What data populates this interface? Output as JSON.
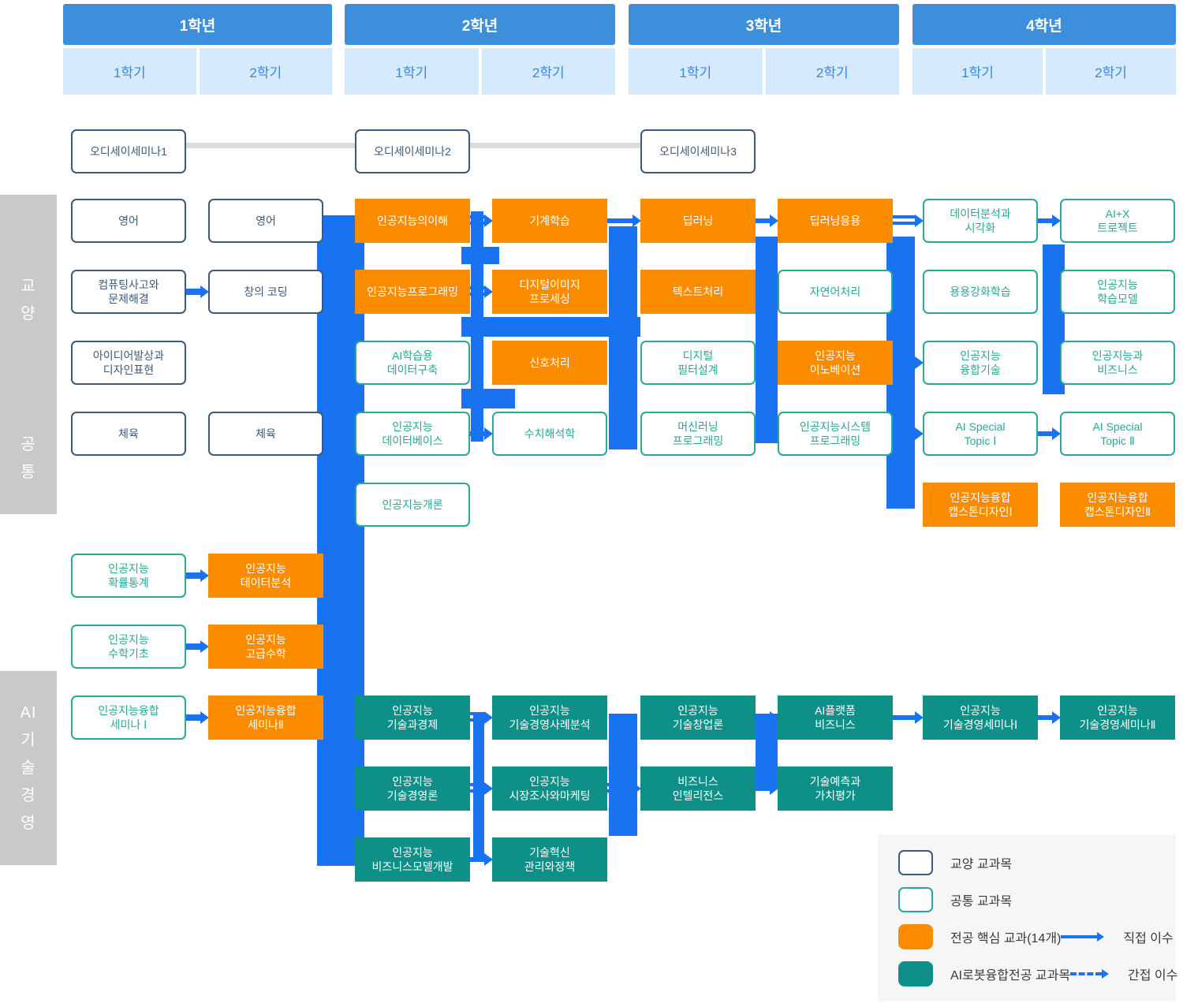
{
  "years": [
    {
      "label": "1학년",
      "semesters": [
        "1학기",
        "2학기"
      ]
    },
    {
      "label": "2학년",
      "semesters": [
        "1학기",
        "2학기"
      ]
    },
    {
      "label": "3학년",
      "semesters": [
        "1학기",
        "2학기"
      ]
    },
    {
      "label": "4학년",
      "semesters": [
        "1학기",
        "2학기"
      ]
    }
  ],
  "side_labels": [
    {
      "id": "liberal-arts",
      "label": "교\n양"
    },
    {
      "id": "common",
      "label": "공\n통"
    },
    {
      "id": "ai-tech-mgmt",
      "label": "AI\n기\n술\n경\n영"
    }
  ],
  "courses": [
    {
      "id": "odyssey-seminar-1",
      "row": 0,
      "col": 1,
      "type": "gyoyang",
      "label": "오디세이세미나1"
    },
    {
      "id": "odyssey-seminar-2",
      "row": 0,
      "col": 3,
      "type": "gyoyang",
      "label": "오디세이세미나2"
    },
    {
      "id": "odyssey-seminar-3",
      "row": 0,
      "col": 5,
      "type": "gyoyang",
      "label": "오디세이세미나3"
    },
    {
      "id": "english-1",
      "row": 1,
      "col": 1,
      "type": "gyoyang",
      "label": "영어"
    },
    {
      "id": "english-2",
      "row": 1,
      "col": 2,
      "type": "gyoyang",
      "label": "영어"
    },
    {
      "id": "ai-understanding",
      "row": 1,
      "col": 3,
      "type": "core",
      "label": "인공지능의이해"
    },
    {
      "id": "machine-learning",
      "row": 1,
      "col": 4,
      "type": "core",
      "label": "기계학습"
    },
    {
      "id": "deep-learning",
      "row": 1,
      "col": 5,
      "type": "core",
      "label": "딥러닝"
    },
    {
      "id": "deep-learning-application",
      "row": 1,
      "col": 6,
      "type": "core",
      "label": "딥러닝응용"
    },
    {
      "id": "data-analysis-visualization",
      "row": 1,
      "col": 7,
      "type": "common",
      "label": "데이터분석과\n시각화"
    },
    {
      "id": "ai-x-project",
      "row": 1,
      "col": 8,
      "type": "common",
      "label": "AI+X\n트로젝트"
    },
    {
      "id": "computing-thinking-problem-solving",
      "row": 2,
      "col": 1,
      "type": "gyoyang",
      "label": "컴퓨팅사고와\n문제해결"
    },
    {
      "id": "creative-coding",
      "row": 2,
      "col": 2,
      "type": "gyoyang",
      "label": "창의 코딩"
    },
    {
      "id": "ai-programming",
      "row": 2,
      "col": 3,
      "type": "core",
      "label": "인공지능프로그래밍"
    },
    {
      "id": "digital-image-processing",
      "row": 2,
      "col": 4,
      "type": "core",
      "label": "디지털이미지\n프로세싱"
    },
    {
      "id": "text-processing",
      "row": 2,
      "col": 5,
      "type": "core",
      "label": "텍스트처리"
    },
    {
      "id": "natural-language-processing",
      "row": 2,
      "col": 6,
      "type": "common",
      "label": "자연어처리"
    },
    {
      "id": "applied-reinforcement-learning",
      "row": 2,
      "col": 7,
      "type": "common",
      "label": "용용강화학습"
    },
    {
      "id": "ai-learning-model",
      "row": 2,
      "col": 8,
      "type": "common",
      "label": "인공지능\n학습모델"
    },
    {
      "id": "idea-design-expression",
      "row": 3,
      "col": 1,
      "type": "gyoyang",
      "label": "아이디어발상과\n디자인표현"
    },
    {
      "id": "ai-training-data-construction",
      "row": 3,
      "col": 3,
      "type": "common",
      "label": "AI학습용\n데이터구축"
    },
    {
      "id": "signal-processing",
      "row": 3,
      "col": 4,
      "type": "core",
      "label": "신호처리"
    },
    {
      "id": "digital-filter-design",
      "row": 3,
      "col": 5,
      "type": "common",
      "label": "디지털\n필터설계"
    },
    {
      "id": "ai-innovation",
      "row": 3,
      "col": 6,
      "type": "core",
      "label": "인공지능\n이노베이션"
    },
    {
      "id": "ai-convergence-technology",
      "row": 3,
      "col": 7,
      "type": "common",
      "label": "인공지능\n융합기술"
    },
    {
      "id": "ai-and-business",
      "row": 3,
      "col": 8,
      "type": "common",
      "label": "인공지능과\n비즈니스"
    },
    {
      "id": "physical-education-1",
      "row": 4,
      "col": 1,
      "type": "gyoyang",
      "label": "체육"
    },
    {
      "id": "physical-education-2",
      "row": 4,
      "col": 2,
      "type": "gyoyang",
      "label": "체육"
    },
    {
      "id": "ai-database",
      "row": 4,
      "col": 3,
      "type": "common",
      "label": "인공지능\n데이터베이스"
    },
    {
      "id": "numerical-analysis",
      "row": 4,
      "col": 4,
      "type": "common",
      "label": "수치해석학"
    },
    {
      "id": "ml-programming",
      "row": 4,
      "col": 5,
      "type": "common",
      "label": "머신러닝\n프로그래밍"
    },
    {
      "id": "ai-system-programming",
      "row": 4,
      "col": 6,
      "type": "common",
      "label": "인공지능시스템\n프로그래밍"
    },
    {
      "id": "ai-special-topic-1",
      "row": 4,
      "col": 7,
      "type": "common",
      "label": "AI Special\nTopic Ⅰ"
    },
    {
      "id": "ai-special-topic-2",
      "row": 4,
      "col": 8,
      "type": "common",
      "label": "AI Special\nTopic Ⅱ"
    },
    {
      "id": "intro-to-ai",
      "row": 5,
      "col": 3,
      "type": "common",
      "label": "인공지능개론"
    },
    {
      "id": "ai-capstone-design-1",
      "row": 5,
      "col": 7,
      "type": "core",
      "label": "인공지능융합\n캡스톤디자인Ⅰ"
    },
    {
      "id": "ai-capstone-design-2",
      "row": 5,
      "col": 8,
      "type": "core",
      "label": "인공지능융합\n캡스톤디자인Ⅱ"
    },
    {
      "id": "ai-probability-statistics",
      "row": 6,
      "col": 1,
      "type": "common",
      "label": "인공지능\n확률통계"
    },
    {
      "id": "ai-data-analysis",
      "row": 6,
      "col": 2,
      "type": "core",
      "label": "인공지능\n데이터분석"
    },
    {
      "id": "ai-math-basics",
      "row": 7,
      "col": 1,
      "type": "common",
      "label": "인공지능\n수학기초"
    },
    {
      "id": "ai-advanced-math",
      "row": 7,
      "col": 2,
      "type": "core",
      "label": "인공지능\n고급수학"
    },
    {
      "id": "ai-convergence-seminar-1",
      "row": 8,
      "col": 1,
      "type": "common",
      "label": "인공지능융합\n세미나 Ⅰ"
    },
    {
      "id": "ai-convergence-seminar-2",
      "row": 8,
      "col": 2,
      "type": "core",
      "label": "인공지능융합\n세미나Ⅱ"
    },
    {
      "id": "ai-technology-economy",
      "row": 8,
      "col": 3,
      "type": "robot",
      "label": "인공지능\n기술과경제"
    },
    {
      "id": "ai-tech-mgmt-case-analysis",
      "row": 8,
      "col": 4,
      "type": "robot",
      "label": "인공지능\n기술경영사례분석"
    },
    {
      "id": "ai-tech-startup",
      "row": 8,
      "col": 5,
      "type": "robot",
      "label": "인공지능\n기술창업론"
    },
    {
      "id": "ai-platform-business",
      "row": 8,
      "col": 6,
      "type": "robot",
      "label": "AI플랫폼\n비즈니스"
    },
    {
      "id": "ai-tech-mgmt-seminar-1",
      "row": 8,
      "col": 7,
      "type": "robot",
      "label": "인공지능\n기술경영세미나Ⅰ"
    },
    {
      "id": "ai-tech-mgmt-seminar-2",
      "row": 8,
      "col": 8,
      "type": "robot",
      "label": "인공지능\n기술경영세미나Ⅱ"
    },
    {
      "id": "ai-tech-mgmt-intro",
      "row": 9,
      "col": 3,
      "type": "robot",
      "label": "인공지능\n기술경영론"
    },
    {
      "id": "ai-market-research-marketing",
      "row": 9,
      "col": 4,
      "type": "robot",
      "label": "인공지능\n시장조사와마케팅"
    },
    {
      "id": "business-intelligence",
      "row": 9,
      "col": 5,
      "type": "robot",
      "label": "비즈니스\n인텔리전스"
    },
    {
      "id": "tech-forecast-valuation",
      "row": 9,
      "col": 6,
      "type": "robot",
      "label": "기술예측과\n가치평가"
    },
    {
      "id": "ai-business-model-dev",
      "row": 10,
      "col": 3,
      "type": "robot",
      "label": "인공지능\n비즈니스모델개발"
    },
    {
      "id": "tech-innovation-mgmt-policy",
      "row": 10,
      "col": 4,
      "type": "robot",
      "label": "기술혁신\n관리와정책"
    }
  ],
  "legend": {
    "items": [
      {
        "type": "gyoyang",
        "label": "교양 교과목"
      },
      {
        "type": "common",
        "label": "공통 교과목"
      },
      {
        "type": "core",
        "label": "전공 핵심 교과(14개)"
      },
      {
        "type": "robot",
        "label": "AI로봇융합전공 교과목"
      }
    ],
    "arrows": [
      {
        "style": "solid",
        "label": "직접 이수"
      },
      {
        "style": "dashed",
        "label": "간접 이수"
      }
    ]
  },
  "colors": {
    "header_blue": "#3d8edb",
    "semester_bg": "#d5eafc",
    "semester_text": "#3c87d8",
    "core_orange": "#fb8c00",
    "robot_teal": "#0e9088",
    "common_border": "#2aa795",
    "gyoyang_border": "#3e5a78",
    "connector_blue": "#1973f0",
    "side_label_bg": "#c9c9c9",
    "odyssey_line": "#dcdcdc",
    "legend_bg": "#f6f6f6"
  }
}
